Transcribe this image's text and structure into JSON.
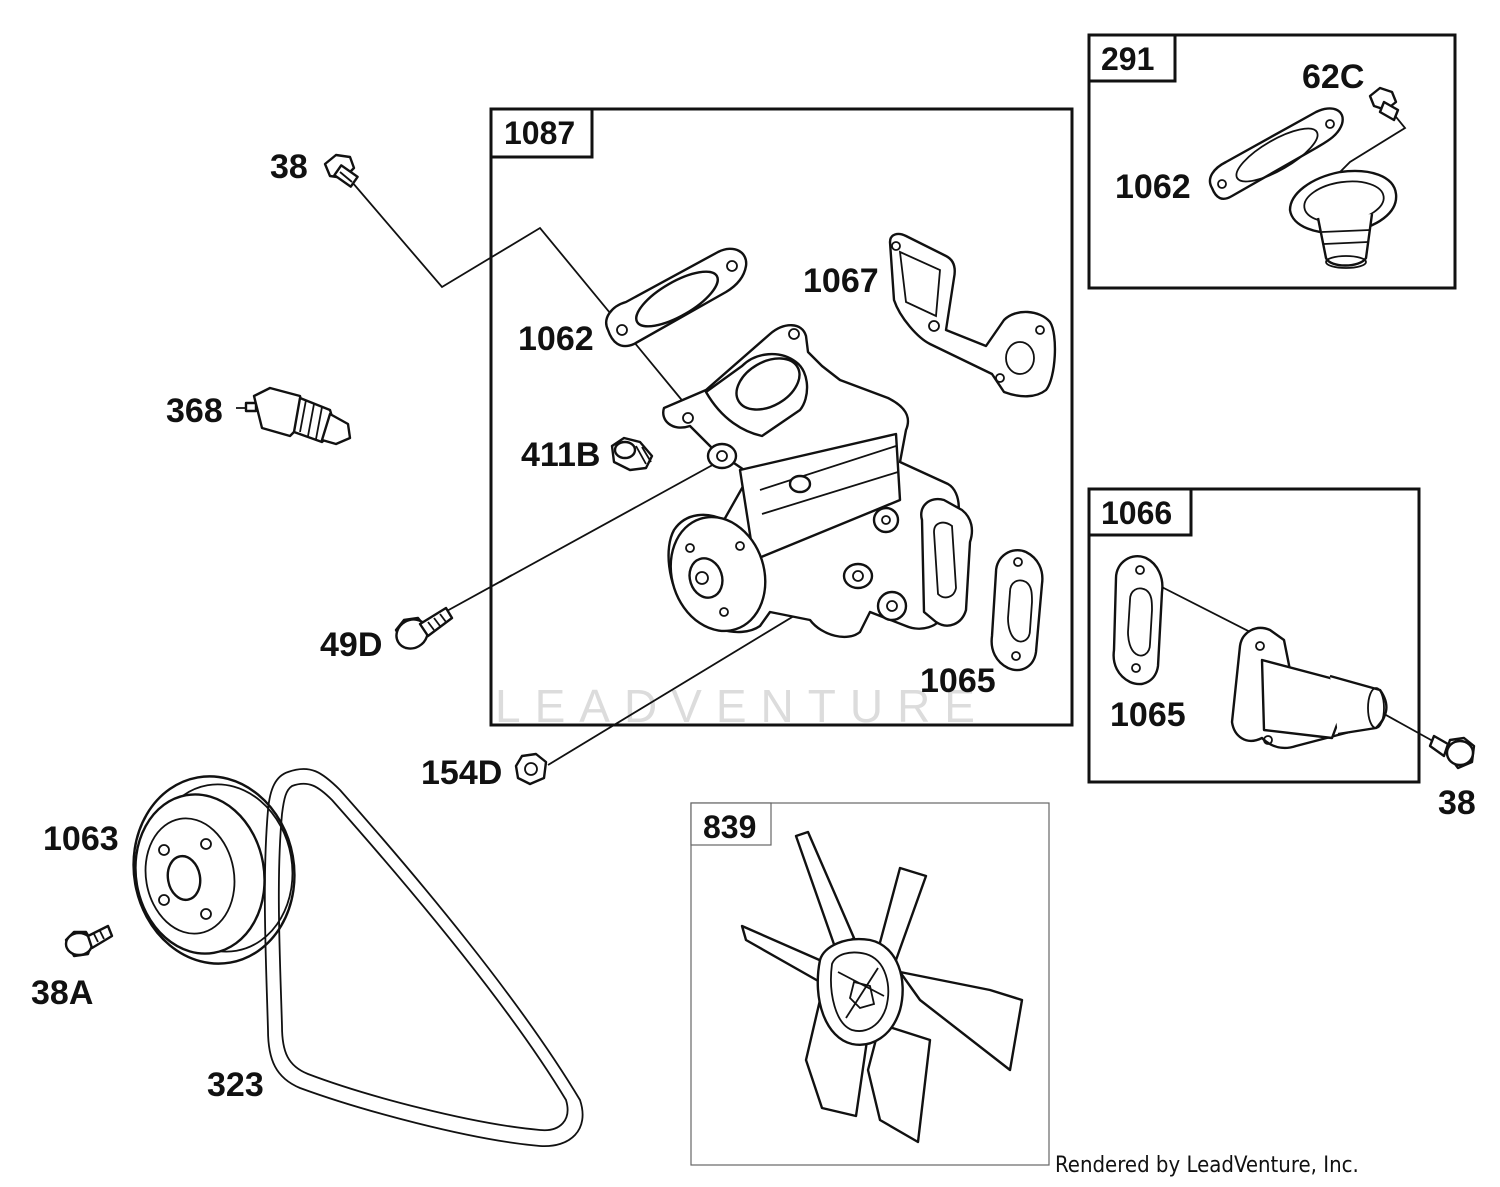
{
  "boxes": {
    "b1087": "1087",
    "b291": "291",
    "b1066": "1066",
    "b839": "839"
  },
  "callouts": {
    "c38_top": "38",
    "c368": "368",
    "c1062_main": "1062",
    "c411b": "411B",
    "c1067": "1067",
    "c49d": "49D",
    "c1065_main": "1065",
    "c154d": "154D",
    "c1063": "1063",
    "c38a": "38A",
    "c323": "323",
    "c62c": "62C",
    "c1062_291": "1062",
    "c1065_1066": "1065",
    "c38_right": "38"
  },
  "watermark": "LEADVENTURE",
  "footer": "Rendered by LeadVenture, Inc."
}
